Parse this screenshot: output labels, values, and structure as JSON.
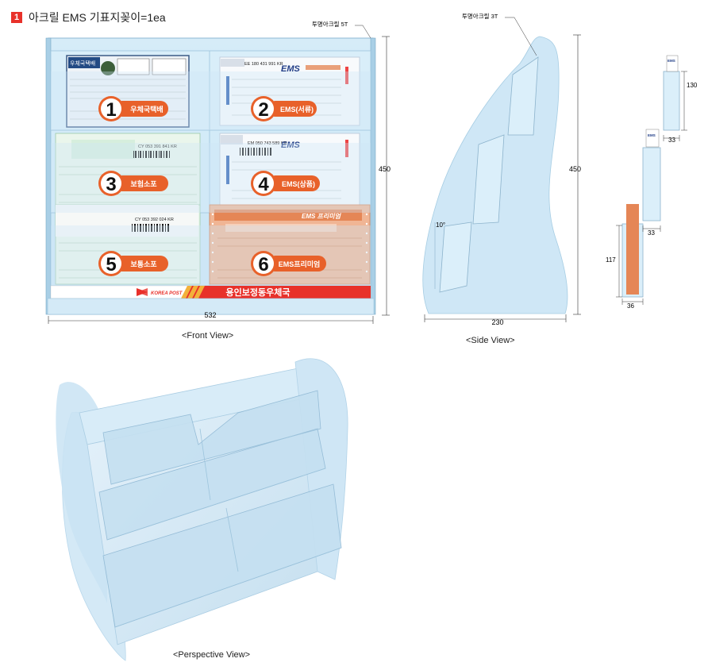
{
  "title": {
    "number": "1",
    "text": "아크릴 EMS 기표지꽂이=1ea"
  },
  "front_view": {
    "caption": "<Front View>",
    "material_note": "투명아크릴 5T",
    "width_label": "532",
    "height_label": "450",
    "slots": [
      {
        "number": "1",
        "label": "우체국택배"
      },
      {
        "number": "2",
        "label": "EMS(서류)"
      },
      {
        "number": "3",
        "label": "보험소포"
      },
      {
        "number": "4",
        "label": "EMS(상품)"
      },
      {
        "number": "5",
        "label": "보통소포"
      },
      {
        "number": "6",
        "label": "EMS프리미엄"
      }
    ],
    "footer_logo": "KOREA POST",
    "footer_text": "용인보정동우체국",
    "form_texts": {
      "f1_header": "우체국택배",
      "f2_barcode": "EE 180 431 991 KR",
      "f2_brand": "EMS",
      "f3_barcode": "CY 053 391 841 KR",
      "f4_barcode": "EM 050 743 589 KR",
      "f4_brand": "EMS",
      "f5_barcode": "CY 053 392 024 KR",
      "f6_brand": "EMS 프리미엄"
    }
  },
  "side_view": {
    "caption": "<Side View>",
    "material_note": "투명아크릴 3T",
    "width_label": "230",
    "height_label": "450",
    "angle_label": "10°"
  },
  "detail": {
    "top_height": "130",
    "top_depth": "33",
    "mid_depth": "33",
    "bottom_height": "117",
    "bottom_depth": "36",
    "tag_text": "EMS"
  },
  "perspective_view": {
    "caption": "<Perspective View>"
  },
  "colors": {
    "accent": "#e8312a",
    "orange": "#e8612a",
    "panel": "#cfe6f5",
    "panel_edge": "#8fb8d4"
  }
}
